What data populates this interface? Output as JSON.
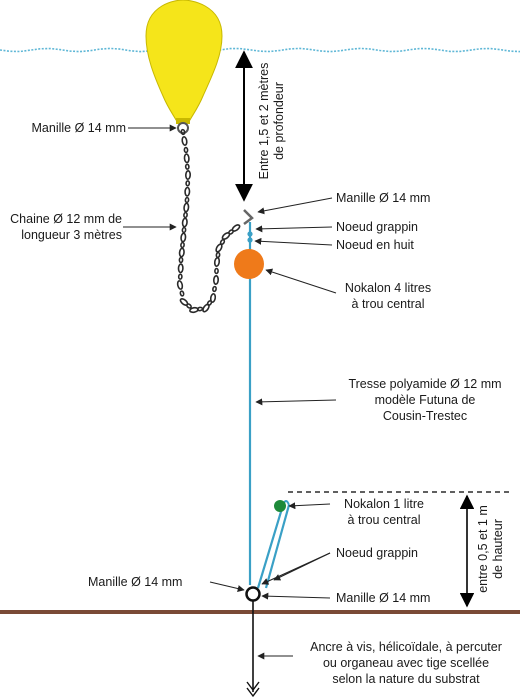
{
  "labels": {
    "manille_buoy": "Manille Ø 14 mm",
    "chaine_line1": "Chaine Ø 12 mm de",
    "chaine_line2": "longueur 3 mètres",
    "depth_line1": "Entre 1,5 et 2 mètres",
    "depth_line2": "de profondeur",
    "manille_top_right": "Manille Ø 14 mm",
    "noeud_grappin_top": "Noeud grappin",
    "noeud_huit": "Noeud en huit",
    "nokalon4_line1": "Nokalon 4 litres",
    "nokalon4_line2": "à trou central",
    "tresse_line1": "Tresse polyamide Ø 12 mm",
    "tresse_line2": "modèle Futuna de",
    "tresse_line3": "Cousin-Trestec",
    "nokalon1_line1": "Nokalon 1 litre",
    "nokalon1_line2": "à trou central",
    "height_line1": "entre 0,5 et 1 m",
    "height_line2": "de hauteur",
    "noeud_grappin_bottom": "Noeud grappin",
    "manille_bottom_left": "Manille Ø 14 mm",
    "manille_bottom_right": "Manille Ø 14 mm",
    "ancre_line1": "Ancre à vis, hélicoïdale, à percuter",
    "ancre_line2": "ou organeau avec tige scellée",
    "ancre_line3": "selon la nature du substrat"
  },
  "colors": {
    "buoy": "#f5e51a",
    "water": "#5fb7d6",
    "rope": "#3aa0c6",
    "float_large": "#ef7a1a",
    "float_small": "#1e8a3a",
    "seabed": "#7a4a36",
    "chain": "#2a2a2a"
  }
}
